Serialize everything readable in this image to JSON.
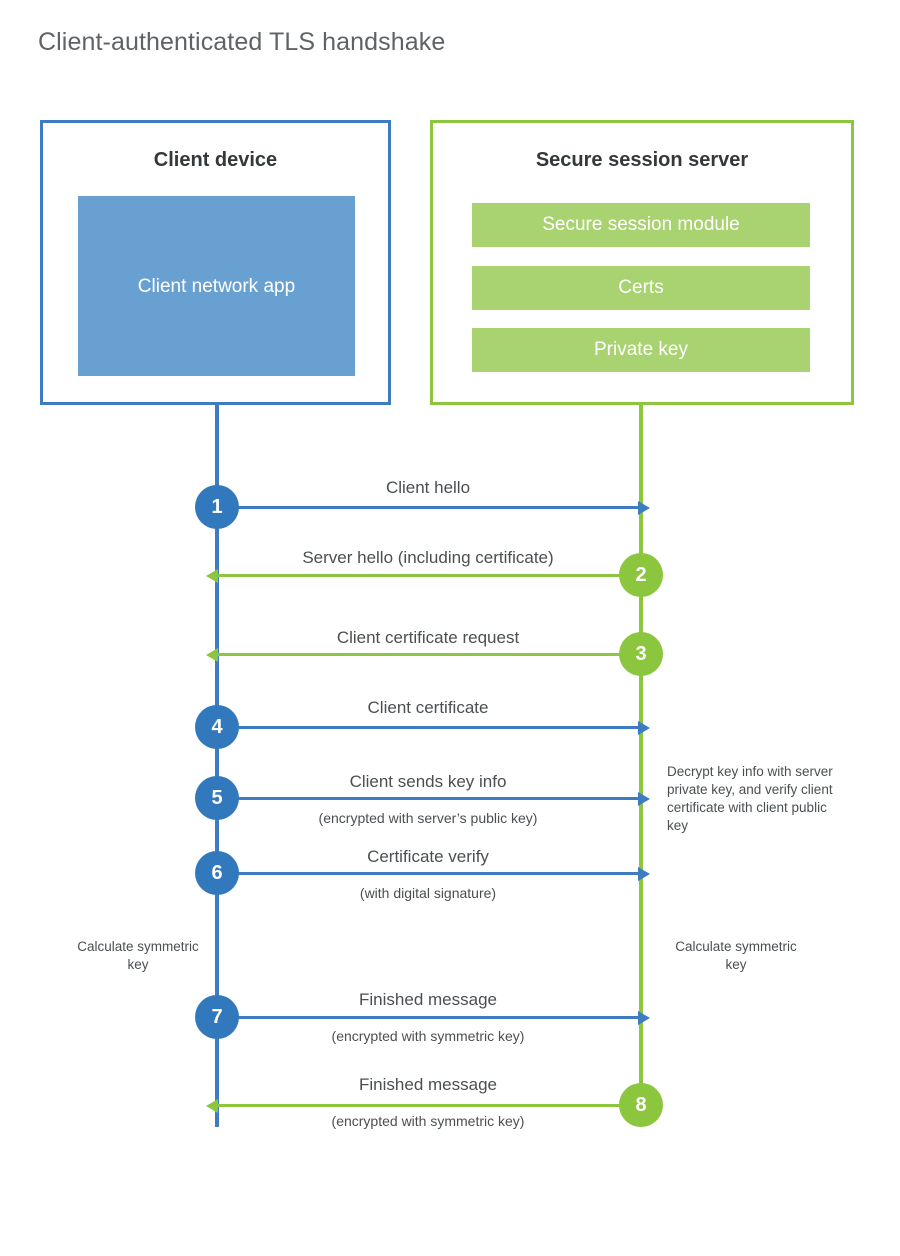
{
  "title": "Client-authenticated TLS handshake",
  "colors": {
    "client_blue": "#3d7cc0",
    "client_circle_blue": "#3178bc",
    "client_app_fill": "#69a0d2",
    "server_green": "#8cc63f",
    "server_bar_fill": "#a9d271",
    "text_gray": "#4a4f52",
    "title_gray": "#5f6366",
    "heading_dark": "#33383b"
  },
  "client": {
    "title": "Client device",
    "app_label": "Client network app"
  },
  "server": {
    "title": "Secure session server",
    "bars": [
      {
        "label": "Secure session module"
      },
      {
        "label": "Certs"
      },
      {
        "label": "Private key"
      }
    ]
  },
  "steps": [
    {
      "number": "1",
      "label": "Client hello",
      "sublabel": "",
      "direction": "client-to-server",
      "color": "blue"
    },
    {
      "number": "2",
      "label": "Server hello (including certificate)",
      "sublabel": "",
      "direction": "server-to-client",
      "color": "green"
    },
    {
      "number": "3",
      "label": "Client certificate request",
      "sublabel": "",
      "direction": "server-to-client",
      "color": "green"
    },
    {
      "number": "4",
      "label": "Client certificate",
      "sublabel": "",
      "direction": "client-to-server",
      "color": "blue"
    },
    {
      "number": "5",
      "label": "Client sends key info",
      "sublabel": "(encrypted with server’s public key)",
      "direction": "client-to-server",
      "color": "blue"
    },
    {
      "number": "6",
      "label": "Certificate verify",
      "sublabel": "(with digital signature)",
      "direction": "client-to-server",
      "color": "blue"
    },
    {
      "number": "7",
      "label": "Finished message",
      "sublabel": "(encrypted with symmetric key)",
      "direction": "client-to-server",
      "color": "blue"
    },
    {
      "number": "8",
      "label": "Finished message",
      "sublabel": "(encrypted with symmetric key)",
      "direction": "server-to-client",
      "color": "green"
    }
  ],
  "annotations": {
    "decrypt_note": "Decrypt key info with server private key, and verify client certificate with client public key",
    "calculate_symmetric_key_client": "Calculate symmetric key",
    "calculate_symmetric_key_server": "Calculate symmetric key"
  }
}
